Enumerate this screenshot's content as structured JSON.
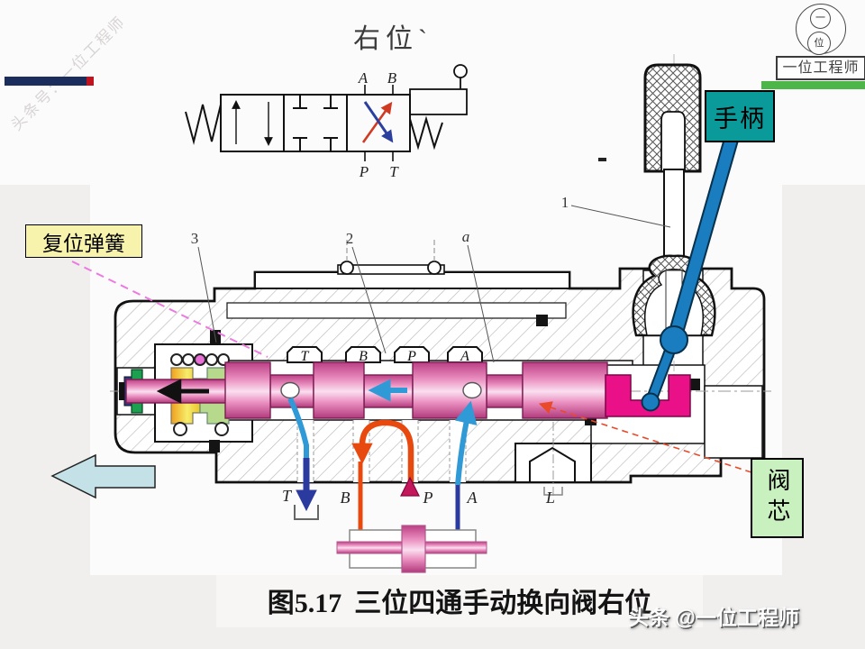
{
  "schematic": {
    "title": "右位`",
    "port_a": "A",
    "port_b": "B",
    "port_p": "P",
    "port_t": "T"
  },
  "callouts": {
    "handle": "手柄",
    "return_spring": "复位弹簧",
    "spool": "阀芯"
  },
  "part_numbers": {
    "n1": "1",
    "n2": "2",
    "n3": "3",
    "na": "a"
  },
  "section_tabs": {
    "t": "T",
    "b": "B",
    "p": "P",
    "a": "A"
  },
  "bottom_ports": {
    "t": "T",
    "b": "B",
    "p": "P",
    "a": "A",
    "l": "L"
  },
  "caption": {
    "prefix": "图5.17",
    "title": "三位四通手动换向阀右位"
  },
  "watermarks": {
    "top_left": "头条号：一位工程师",
    "bottom_right": "头条 @一位工程师"
  },
  "logo": {
    "seal_top": "一",
    "seal_bottom": "位",
    "name": "一位工程师"
  },
  "colors": {
    "handle_label_bg": "#0a9a9a",
    "spring_label_bg": "#f7f2ac",
    "spool_label_bg": "#c9f1bf",
    "lever_blue": "#1a7dc0",
    "spool_pink": "#e06aa8",
    "fork_magenta": "#ea1088",
    "flow_red": "#e8490f",
    "flow_blue": "#2f9ad6",
    "tank_navy": "#2b3a9f",
    "green_bar": "#4cb648",
    "navy_bar": "#1b2d5c"
  }
}
